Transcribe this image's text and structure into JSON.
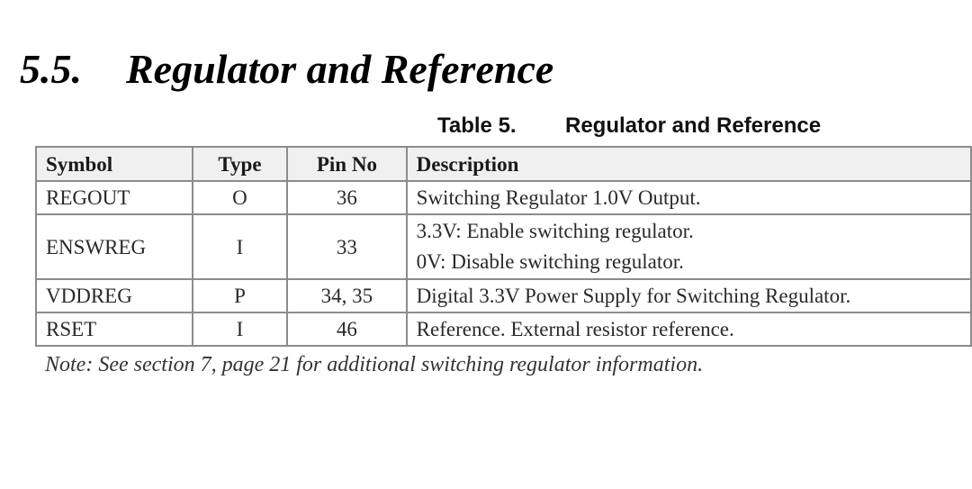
{
  "section": {
    "number": "5.5.",
    "title": "Regulator and Reference"
  },
  "table": {
    "caption_number": "Table 5.",
    "caption_title": "Regulator and Reference",
    "headers": {
      "symbol": "Symbol",
      "type": "Type",
      "pin_no": "Pin No",
      "description": "Description"
    },
    "rows": [
      {
        "symbol": "REGOUT",
        "type": "O",
        "pin_no": "36",
        "description": [
          "Switching Regulator 1.0V Output."
        ]
      },
      {
        "symbol": "ENSWREG",
        "type": "I",
        "pin_no": "33",
        "description": [
          "3.3V: Enable switching regulator.",
          "0V: Disable switching regulator."
        ]
      },
      {
        "symbol": "VDDREG",
        "type": "P",
        "pin_no": "34, 35",
        "description": [
          "Digital 3.3V Power Supply for Switching Regulator."
        ]
      },
      {
        "symbol": "RSET",
        "type": "I",
        "pin_no": "46",
        "description": [
          "Reference. External resistor reference."
        ]
      }
    ]
  },
  "note": "Note: See section 7, page 21 for additional switching regulator information."
}
